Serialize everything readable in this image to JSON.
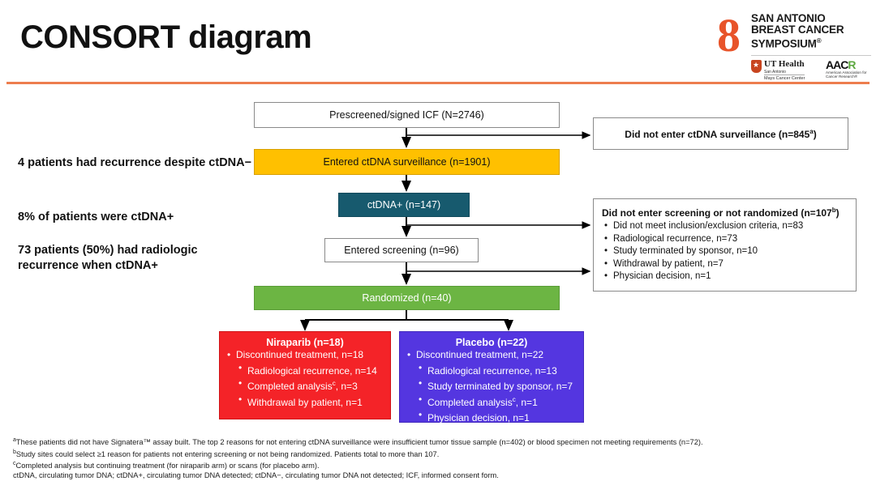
{
  "header": {
    "title": "CONSORT diagram",
    "rule_color": "#ED7D4E",
    "logo": {
      "mark": "8",
      "line1": "SAN ANTONIO",
      "line2": "BREAST CANCER",
      "line3": "SYMPOSIUM",
      "registered": "®",
      "ut_health": "UT Health",
      "ut_city": "San Antonio",
      "ut_center": "Mays Cancer Center",
      "aacr_a": "AAC",
      "aacr_r": "R",
      "aacr_sub": "American Association for Cancer Research®"
    }
  },
  "notes": [
    "4 patients had recurrence despite ctDNA−",
    "8% of patients were ctDNA+",
    "73 patients (50%) had radiologic recurrence when ctDNA+"
  ],
  "flow": {
    "prescreened": {
      "label": "Prescreened/signed ICF (N=2746)",
      "color": "#FFFFFF"
    },
    "surveillance": {
      "label": "Entered ctDNA surveillance (n=1901)",
      "color": "#FFC000"
    },
    "ctdna_positive": {
      "label": "ctDNA+ (n=147)",
      "color": "#175A6E"
    },
    "screening": {
      "label": "Entered screening (n=96)",
      "color": "#FFFFFF"
    },
    "randomized": {
      "label": "Randomized (n=40)",
      "color": "#6CB543"
    }
  },
  "exclusions": {
    "not_entered_surveillance": {
      "label_main": "Did not enter ctDNA surveillance (n=845",
      "label_sup": "a",
      "label_end": ")"
    },
    "not_screened": {
      "heading_main": "Did not enter screening or not randomized (n=107",
      "heading_sup": "b",
      "heading_end": ")",
      "items": [
        "Did not meet inclusion/exclusion criteria, n=83",
        "Radiological recurrence, n=73",
        "Study terminated by sponsor, n=10",
        "Withdrawal by patient, n=7",
        "Physician decision, n=1"
      ]
    }
  },
  "arms": {
    "niraparib": {
      "title": "Niraparib (n=18)",
      "color": "#F42328",
      "primary": "Discontinued treatment, n=18",
      "sub": [
        {
          "text_before": "Radiological recurrence, n=14",
          "sup": "",
          "text_after": ""
        },
        {
          "text_before": "Completed analysis",
          "sup": "c",
          "text_after": ", n=3"
        },
        {
          "text_before": "Withdrawal by patient, n=1",
          "sup": "",
          "text_after": ""
        }
      ]
    },
    "placebo": {
      "title": "Placebo (n=22)",
      "color": "#5436E0",
      "primary": "Discontinued treatment, n=22",
      "sub": [
        {
          "text_before": "Radiological recurrence, n=13",
          "sup": "",
          "text_after": ""
        },
        {
          "text_before": "Study terminated by sponsor, n=7",
          "sup": "",
          "text_after": ""
        },
        {
          "text_before": "Completed analysis",
          "sup": "c",
          "text_after": ", n=1"
        },
        {
          "text_before": "Physician decision, n=1",
          "sup": "",
          "text_after": ""
        }
      ]
    }
  },
  "footnotes": {
    "a_mark": "a",
    "a_text": "These patients did not have Signatera™ assay built. The top 2 reasons for not entering ctDNA surveillance were insufficient tumor tissue sample (n=402) or blood specimen not meeting requirements (n=72).",
    "b_mark": "b",
    "b_text": "Study sites could select ≥1 reason for patients not entering screening or not being randomized. Patients total to more than 107.",
    "c_mark": "c",
    "c_text": "Completed analysis but continuing treatment (for niraparib arm) or scans (for placebo arm).",
    "abbrev": "ctDNA, circulating tumor DNA; ctDNA+, circulating tumor DNA detected; ctDNA−, circulating tumor DNA not detected; ICF, informed consent form."
  }
}
